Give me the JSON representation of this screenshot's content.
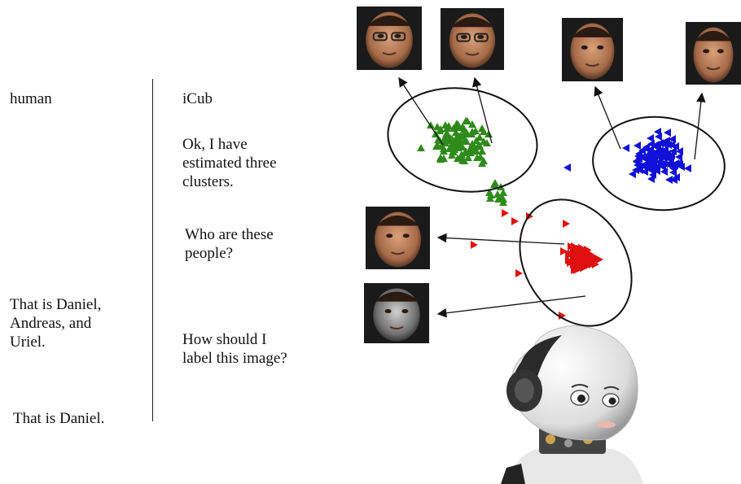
{
  "dialogue": {
    "human_header": "human",
    "icub_header": "iCub",
    "icub_lines": [
      "Ok, I have\nestimated three\nclusters.",
      "Who are these\npeople?",
      "How should I\nlabel this image?"
    ],
    "human_lines": [
      "That is Daniel,\nAndreas, and\nUriel.",
      "That is Daniel."
    ]
  },
  "clusters": [
    {
      "name": "green",
      "color": "#2e8b1a"
    },
    {
      "name": "blue",
      "color": "#1010d8"
    },
    {
      "name": "red",
      "color": "#e01010"
    }
  ],
  "face_thumbnails": [
    "face-green-1",
    "face-green-2",
    "face-blue-1",
    "face-blue-2",
    "face-red",
    "face-query-grayscale"
  ]
}
